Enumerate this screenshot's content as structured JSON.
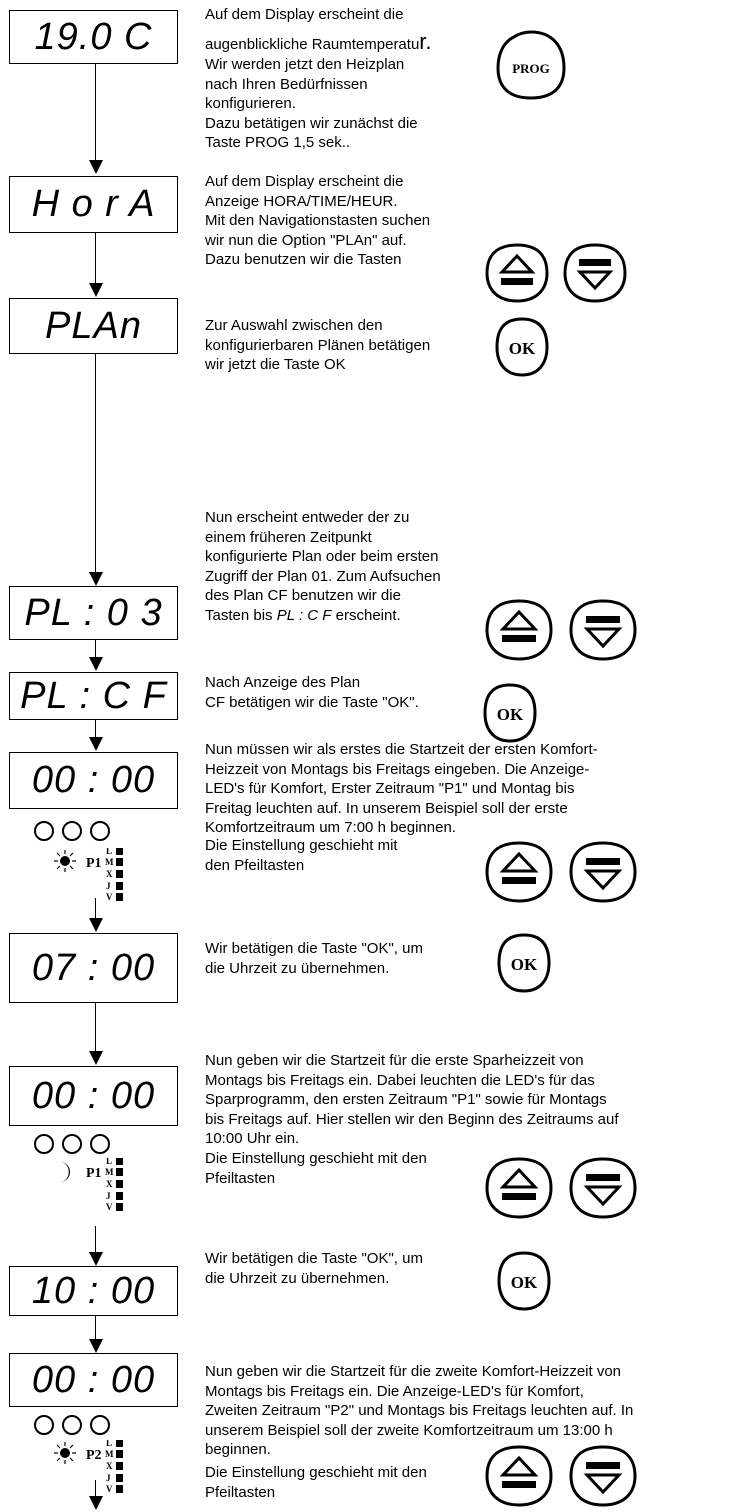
{
  "displays": [
    "19.0 C",
    "H o r A",
    "PLAn",
    "PL : 0 3",
    "PL : C F",
    "00 : 00",
    "07 : 00",
    "00 : 00",
    "10 : 00",
    "00 : 00"
  ],
  "texts": {
    "t1_a": "Auf dem Display erscheint die",
    "t1_b": "augenblickliche Raumtemperatu",
    "t1_r": "r.",
    "t1_c": "Wir werden jetzt den Heizplan\nnach Ihren Bedürfnissen\nkonfigurieren.\nDazu betätigen wir zunächst die\nTaste PROG 1,5 sek..",
    "t2": "Auf dem Display erscheint die\nAnzeige HORA/TIME/HEUR.\nMit den Navigationstasten suchen\nwir nun die Option \"PLAn\" auf.\nDazu benutzen wir die Tasten",
    "t3": "Zur Auswahl zwischen den\nkonfigurierbaren Plänen betätigen\nwir jetzt die Taste OK",
    "t4_a": "Nun erscheint entweder der zu\neinem früheren Zeitpunkt\nkonfigurierte Plan oder beim ersten\nZugriff der Plan 01. Zum Aufsuchen\ndes Plan CF benutzen wir die\nTasten    bis ",
    "t4_i": "PL : C F",
    "t4_b": " erscheint.",
    "t5": "Nach Anzeige des Plan\nCF  betätigen wir die Taste \"OK\".",
    "t6": "Nun müssen wir als erstes die Startzeit der ersten Komfort-\nHeizzeit von Montags bis Freitags eingeben. Die Anzeige-\nLED's für Komfort, Erster Zeitraum \"P1\" und Montag bis\nFreitag leuchten auf. In unserem Beispiel soll der erste\nKomfortzeitraum um 7:00 h beginnen.",
    "t6b": "Die Einstellung geschieht mit\nden Pfeiltasten",
    "t7": "Wir betätigen die Taste \"OK\", um\ndie Uhrzeit zu übernehmen.",
    "t8": "Nun geben wir die Startzeit für die erste Sparheizzeit von\nMontags bis Freitags ein. Dabei leuchten die LED's für das\nSparprogramm, den ersten Zeitraum \"P1\" sowie für Montags\nbis Freitags auf. Hier stellen wir den Beginn des Zeitraums auf\n10:00 Uhr ein.",
    "t8b": "Die Einstellung geschieht mit den\nPfeiltasten",
    "t9": "Wir betätigen die Taste \"OK\", um\ndie Uhrzeit zu übernehmen.",
    "t10": "Nun geben wir die Startzeit für die zweite Komfort-Heizzeit von\nMontags bis Freitags ein. Die Anzeige-LED's für Komfort,\nZweiten Zeitraum \"P2\" und Montags bis Freitags leuchten auf. In\nunserem Beispiel soll der zweite Komfortzeitraum um 13:00 h\nbeginnen.",
    "t10b": "Die Einstellung geschieht mit den\nPfeiltasten"
  },
  "buttons": {
    "prog": "PROG",
    "ok": "OK"
  },
  "indicators": {
    "p1": "P1",
    "p2": "P2",
    "days": [
      "L",
      "M",
      "X",
      "J",
      "V"
    ]
  }
}
